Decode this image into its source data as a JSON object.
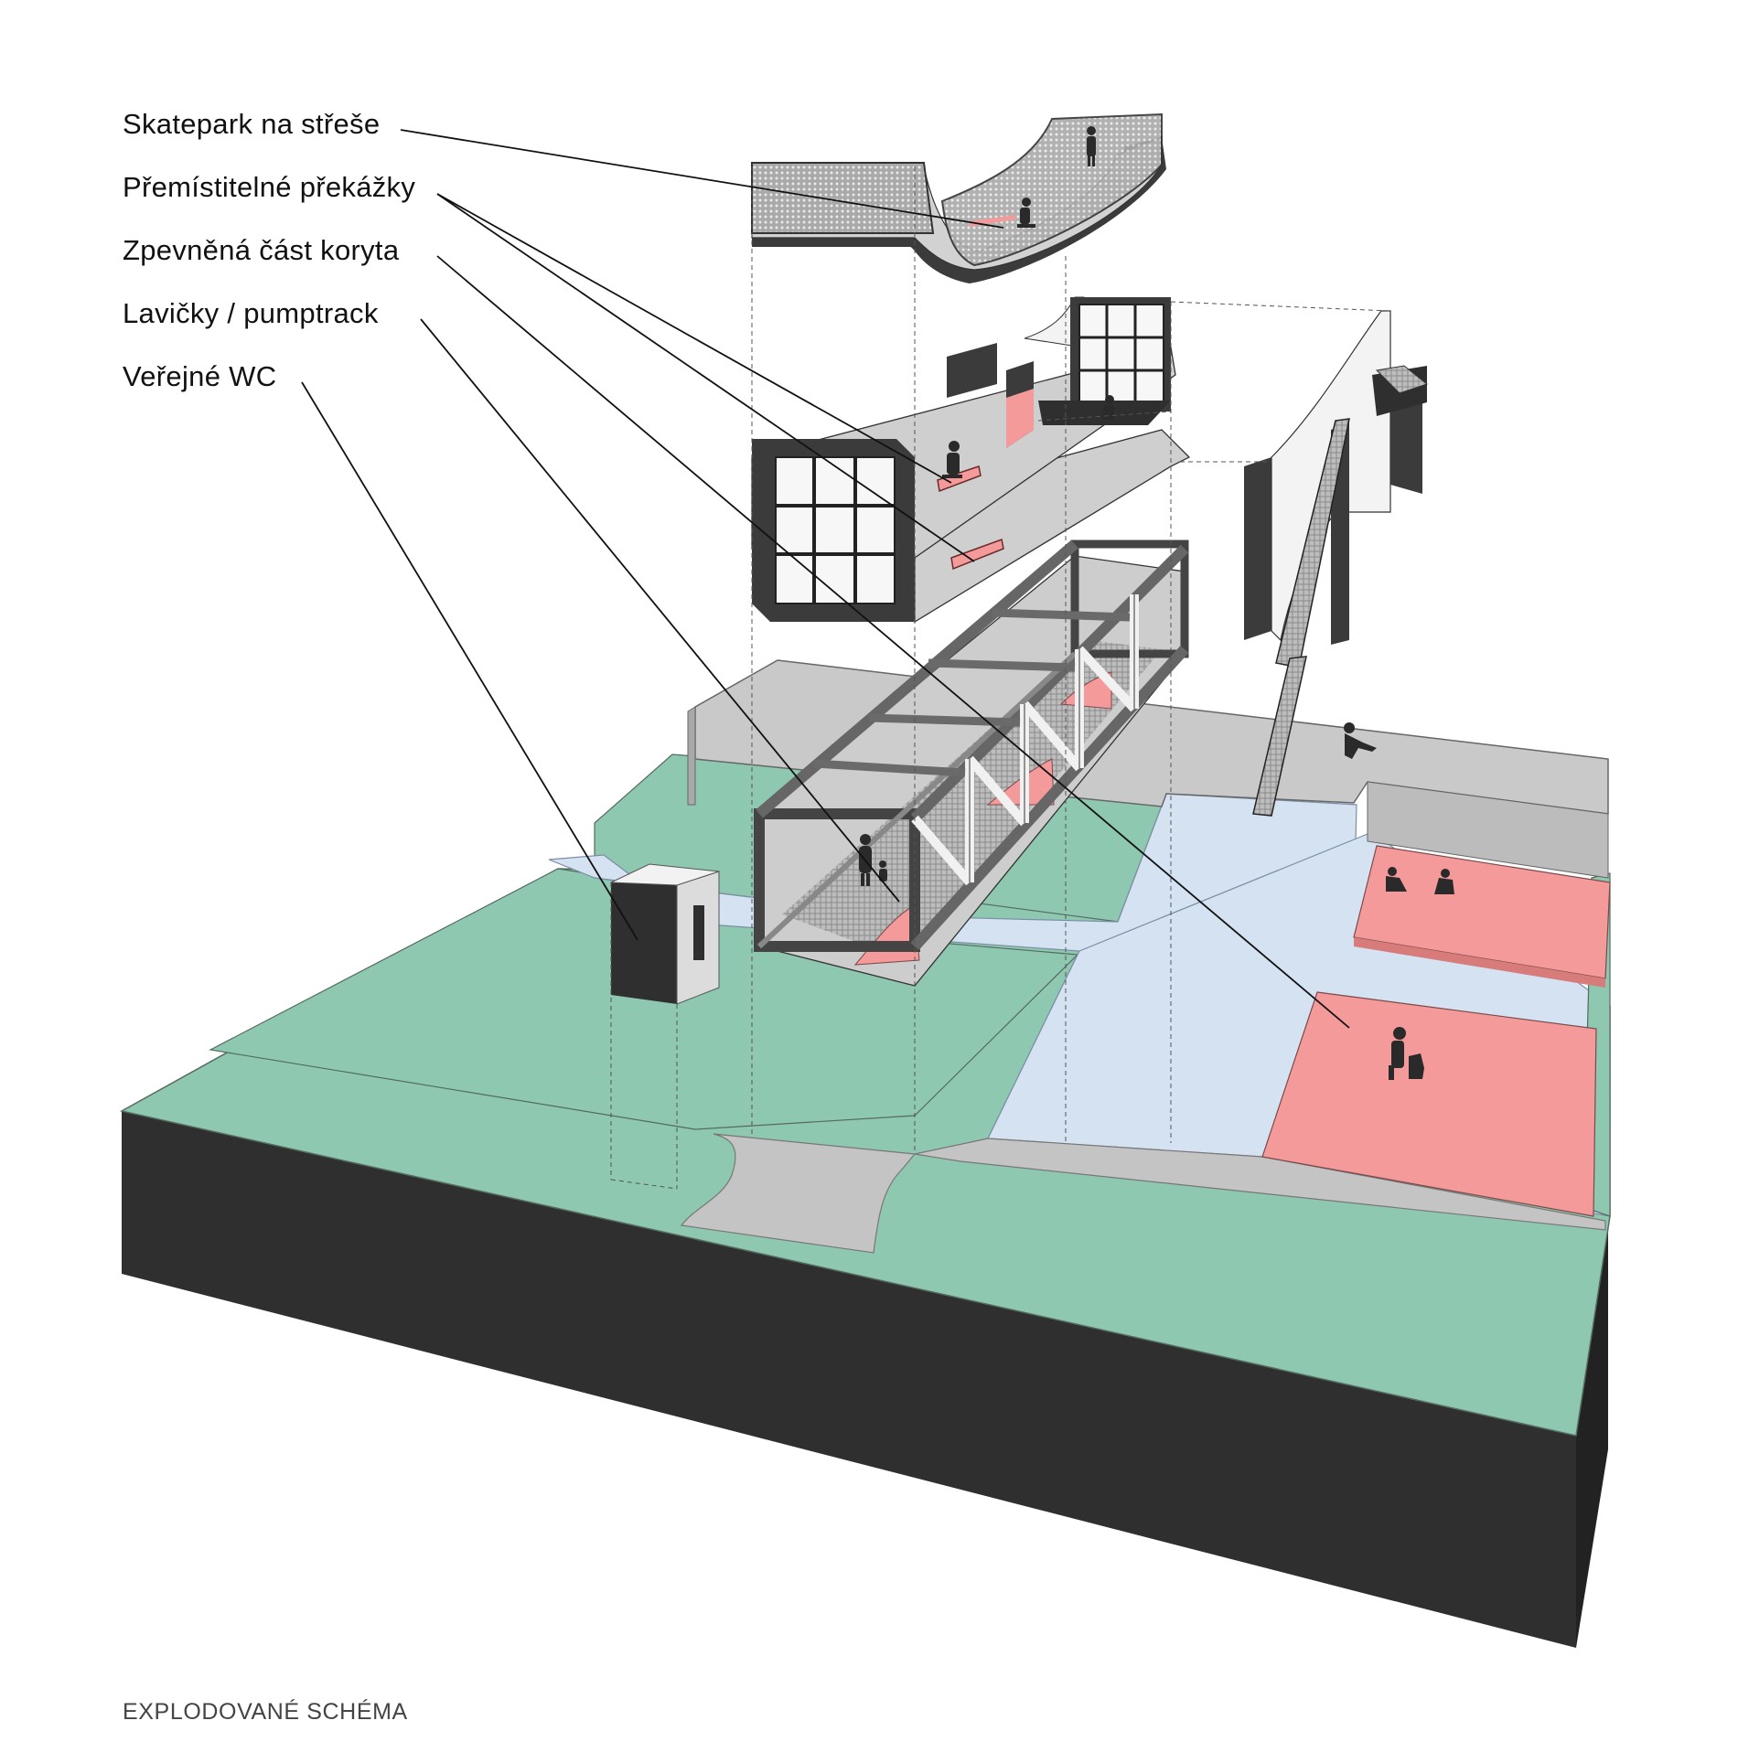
{
  "labels": {
    "skatepark": "Skatepark na střeše",
    "obstacles": "Přemístitelné překážky",
    "channel": "Zpevněná část koryta",
    "benches": "Lavičky / pumptrack",
    "wc": "Veřejné WC"
  },
  "caption": "EXPLODOVANÉ SCHÉMA",
  "colors": {
    "grass": "#8ec8b0",
    "water": "#d4e2f2",
    "paving": "#c4c4c4",
    "pink": "#f59a9a",
    "dark": "#2f2f2f",
    "structure": "#555555"
  }
}
